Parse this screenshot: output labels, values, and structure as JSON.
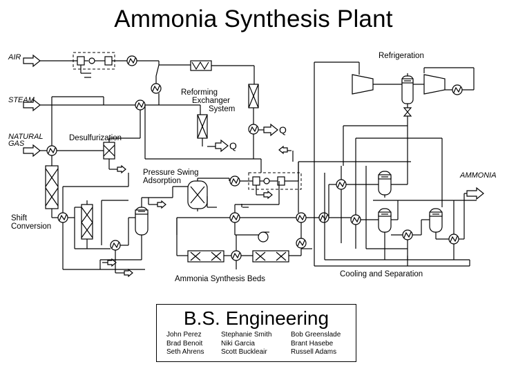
{
  "title": "Ammonia Synthesis Plant",
  "feeds": {
    "air": "AIR",
    "steam": "STEAM",
    "natural_gas_1": "NATURAL",
    "natural_gas_2": "GAS"
  },
  "product": "AMMONIA",
  "labels": {
    "desulfurization": "Desulfurization",
    "reforming_1": "Reforming",
    "reforming_2": "Exchanger",
    "reforming_3": "System",
    "psa_1": "Pressure  Swing",
    "psa_2": "Adsorption",
    "shift_1": "Shift",
    "shift_2": "Conversion",
    "synthesis_beds": "Ammonia Synthesis Beds",
    "refrigeration": "Refrigeration",
    "cooling": "Cooling and Separation",
    "heat_q1": "Q",
    "heat_q2": "Q"
  },
  "company": "B.S. Engineering",
  "team": [
    [
      "John Perez",
      "Brad Benoit",
      "Seth Ahrens"
    ],
    [
      "Stephanie Smith",
      "Niki Garcia",
      "Scott Buckleair"
    ],
    [
      "Bob Greenslade",
      "Brant Hasebe",
      "Russell Adams"
    ]
  ]
}
